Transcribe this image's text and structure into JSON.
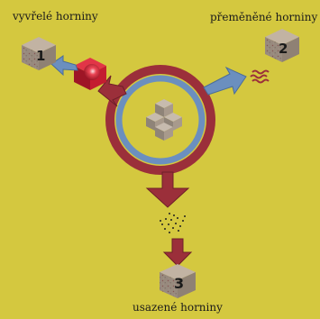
{
  "labels": {
    "igneous": "vyvřelé horniny",
    "metamorphic": "přeměněné horniny",
    "sedimentary": "usazené horniny"
  },
  "numbers": {
    "igneous": "1",
    "metamorphic": "2",
    "sedimentary": "3"
  },
  "colors": {
    "background": "#d4c83f",
    "outer_ring": "#9b2f3a",
    "inner_ring": "#6b8fbf",
    "arrow_red": "#9b2f3a",
    "arrow_blue": "#6b8fbf",
    "rock_face": "#a89a8c",
    "magma": "#c8102e"
  }
}
